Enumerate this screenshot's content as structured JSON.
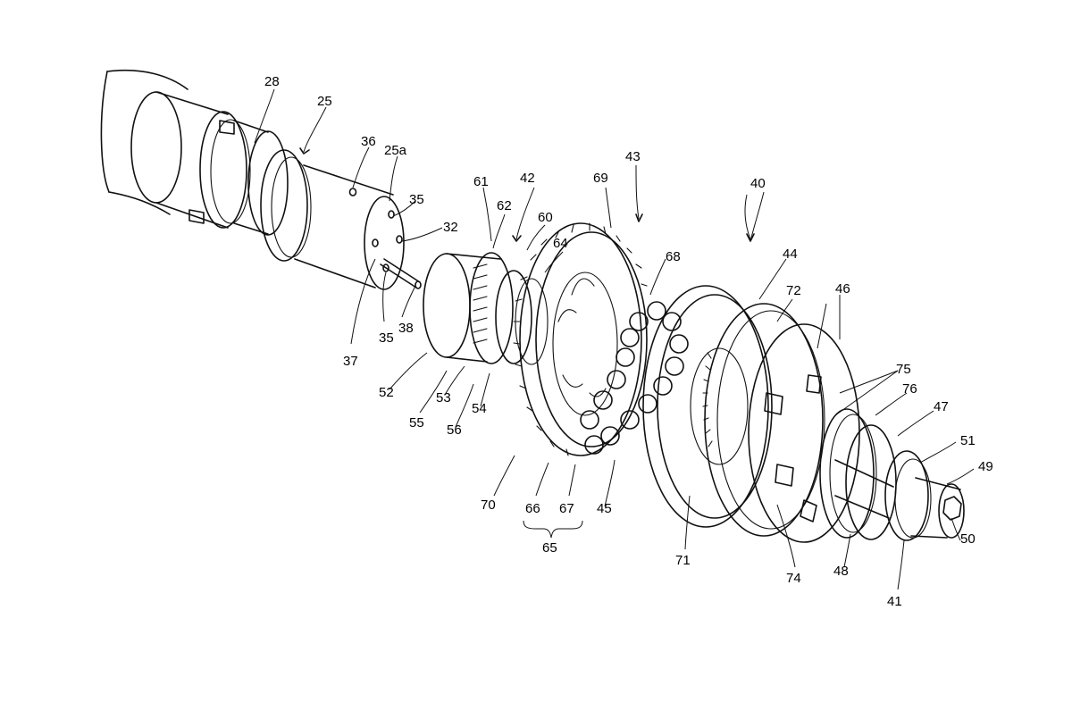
{
  "labels": {
    "l28": "28",
    "l25": "25",
    "l36": "36",
    "l25a": "25a",
    "l35a": "35",
    "l32": "32",
    "l37": "37",
    "l35b": "35",
    "l38": "38",
    "l61": "61",
    "l42": "42",
    "l62": "62",
    "l60": "60",
    "l64": "64",
    "l69": "69",
    "l43": "43",
    "l40": "40",
    "l68": "68",
    "l44": "44",
    "l72": "72",
    "l46": "46",
    "l75": "75",
    "l76": "76",
    "l47": "47",
    "l51": "51",
    "l49": "49",
    "l50": "50",
    "l41": "41",
    "l48": "48",
    "l74": "74",
    "l71": "71",
    "l45": "45",
    "l67": "67",
    "l66": "66",
    "l70": "70",
    "l65": "65",
    "l52": "52",
    "l53": "53",
    "l54": "54",
    "l55": "55",
    "l56": "56"
  },
  "icons": {
    "shaft": "camshaft-illustration",
    "sprocket": "sprocket-gear-illustration",
    "bearing": "ball-bearing-illustration",
    "disc": "clutch-disc-illustration",
    "spring": "spring-washer-illustration",
    "bolt": "hex-socket-bolt-illustration"
  }
}
